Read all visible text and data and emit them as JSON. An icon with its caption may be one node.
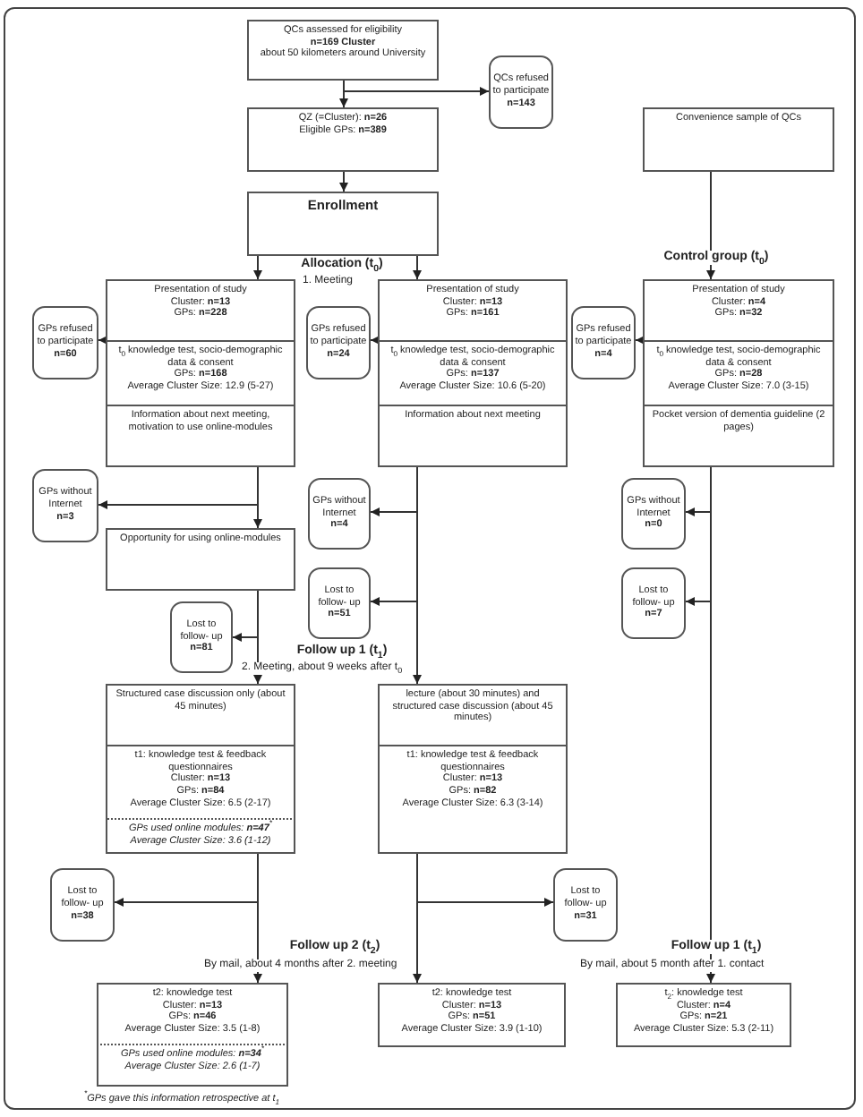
{
  "diagram": {
    "nodes": [
      {
        "text": [
          "QCs assessed for eligibility",
          "**n=169 Cluster**",
          "about 50 kilometers around University"
        ]
      },
      {
        "text": [
          "QCs refused to participate",
          "**n=143**"
        ]
      },
      {
        "text": [
          "QZ (=Cluster): **n=26**",
          "Eligible GPs: **n=389**"
        ]
      },
      {
        "text": [
          "Enrollment"
        ]
      },
      {
        "text": [
          "Convenience sample of QCs"
        ]
      },
      {
        "text": [
          "Presentation of study",
          "Cluster: **n=13**",
          "GPs: **n=228**"
        ]
      },
      {
        "text": [
          "t$_{0}$ knowledge test, socio-demographic data & consent",
          "GPs: **n=168**",
          "Average Cluster Size: 12.9 (5-27)"
        ]
      },
      {
        "text": [
          "Information about next meeting, motivation to use online-modules"
        ]
      },
      {
        "text": [
          "GPs refused to participate",
          "**n=60**"
        ]
      },
      {
        "text": [
          "Presentation of study",
          "Cluster: **n=13**",
          "GPs: **n=161**"
        ]
      },
      {
        "text": [
          "t$_{0}$ knowledge test, socio-demographic data & consent",
          "GPs: **n=137**",
          "Average Cluster Size: 10.6 (5-20)"
        ]
      },
      {
        "text": [
          "Information about next meeting"
        ]
      },
      {
        "text": [
          "GPs refused to participate",
          "**n=24**"
        ]
      },
      {
        "text": [
          "Presentation of study",
          "Cluster: **n=4**",
          "GPs: **n=32**"
        ]
      },
      {
        "text": [
          "t$_{0}$ knowledge test, socio-demographic data & consent",
          "GPs: **n=28**",
          "Average Cluster Size: 7.0 (3-15)"
        ]
      },
      {
        "text": [
          "Pocket version of dementia guideline (2 pages)"
        ]
      },
      {
        "text": [
          "GPs refused to participate",
          "**n=4**"
        ]
      },
      {
        "text": [
          "GPs without Internet",
          "**n=3**"
        ]
      },
      {
        "text": [
          "Opportunity for using online-modules"
        ]
      },
      {
        "text": [
          "GPs without Internet",
          "**n=4**"
        ]
      },
      {
        "text": [
          "GPs without Internet",
          "**n=0**"
        ]
      },
      {
        "text": [
          "Lost to follow- up",
          "**n=51**"
        ]
      },
      {
        "text": [
          "Lost to follow- up",
          "**n=7**"
        ]
      },
      {
        "text": [
          "Lost to follow- up",
          "**n=81**"
        ]
      },
      {
        "text": [
          "Structured case discussion only (about 45 minutes)"
        ]
      },
      {
        "text": [
          "t1:  knowledge test & feedback questionnaires",
          "Cluster: **n=13**",
          "GPs: **n=84**",
          "Average Cluster Size: 6.5 (2-17)"
        ]
      },
      {
        "text": [
          "GPs used online modules: **n=47**$^{*}$",
          "Average Cluster Size: 3.6 (1-12)"
        ]
      },
      {
        "text": [
          "lecture (about 30 minutes) and structured case discussion (about 45 minutes)"
        ]
      },
      {
        "text": [
          "t1:  knowledge test & feedback questionnaires",
          "Cluster: **n=13**",
          "GPs: **n=82**",
          "Average Cluster Size: 6.3 (3-14)"
        ]
      },
      {
        "text": [
          "Lost to follow- up",
          "**n=38**"
        ]
      },
      {
        "text": [
          "Lost to follow- up",
          "**n=31**"
        ]
      },
      {
        "text": [
          "t2: knowledge test",
          "Cluster: **n=13**",
          "GPs: **n=46**",
          "Average Cluster Size: 3.5 (1-8)"
        ]
      },
      {
        "text": [
          "GPs used online modules: **n=34**$^{*}$",
          "Average Cluster Size: 2.6 (1-7)"
        ]
      },
      {
        "text": [
          "t2: knowledge test",
          "Cluster: **n=13**",
          "GPs: **n=51**",
          "Average Cluster Size: 3.9 (1-10)"
        ]
      },
      {
        "text": [
          "t$_{2}$:  knowledge test",
          "Cluster: **n=4**",
          "GPs: **n=21**",
          "Average Cluster Size: 5.3 (2-11)"
        ]
      }
    ],
    "edges": [
      {
        "from": 0,
        "to": 2,
        "arrow": "to"
      },
      {
        "from": 0,
        "to": 1,
        "arrow": "to"
      },
      {
        "from": 2,
        "to": 3,
        "arrow": "to"
      },
      {
        "from": 3,
        "to": 5,
        "arrow": "to"
      },
      {
        "from": 3,
        "to": 9,
        "arrow": "to"
      },
      {
        "from": 4,
        "to": 13,
        "arrow": "to"
      },
      {
        "from": 5,
        "to": 8,
        "arrow": "to"
      },
      {
        "from": 9,
        "to": 12,
        "arrow": "to"
      },
      {
        "from": 13,
        "to": 16,
        "arrow": "to"
      },
      {
        "from": 7,
        "to": 18,
        "arrow": "to"
      },
      {
        "from": 7,
        "to": 17,
        "arrow": "to"
      },
      {
        "from": 18,
        "to": 24,
        "arrow": "to"
      },
      {
        "from": 18,
        "to": 23,
        "arrow": "to"
      },
      {
        "from": 11,
        "to": 27,
        "arrow": "to"
      },
      {
        "from": 11,
        "to": 19,
        "arrow": "to"
      },
      {
        "from": 11,
        "to": 21,
        "arrow": "to"
      },
      {
        "from": 15,
        "to": 34,
        "arrow": "to"
      },
      {
        "from": 15,
        "to": 20,
        "arrow": "to"
      },
      {
        "from": 15,
        "to": 22,
        "arrow": "to"
      },
      {
        "from": 26,
        "to": 31,
        "arrow": "to"
      },
      {
        "from": 26,
        "to": 29,
        "arrow": "to"
      },
      {
        "from": 28,
        "to": 33,
        "arrow": "to"
      },
      {
        "from": 28,
        "to": 30,
        "arrow": "to"
      }
    ],
    "labels": [
      "Allocation (t$_{0}$)",
      "1. Meeting",
      "Control group (t$_{0}$)",
      "Follow up 1 (t$_{1}$)",
      "2. Meeting, about 9 weeks after t$_{0}$",
      "Follow up 2 (t$_{2}$)",
      "By mail, about 4 months after 2. meeting",
      "Follow up 1 (t$_{1}$)",
      "By mail, about 5 month after 1. contact",
      "$^{*}$GPs gave this information retrospective at t$_{1}$"
    ]
  }
}
